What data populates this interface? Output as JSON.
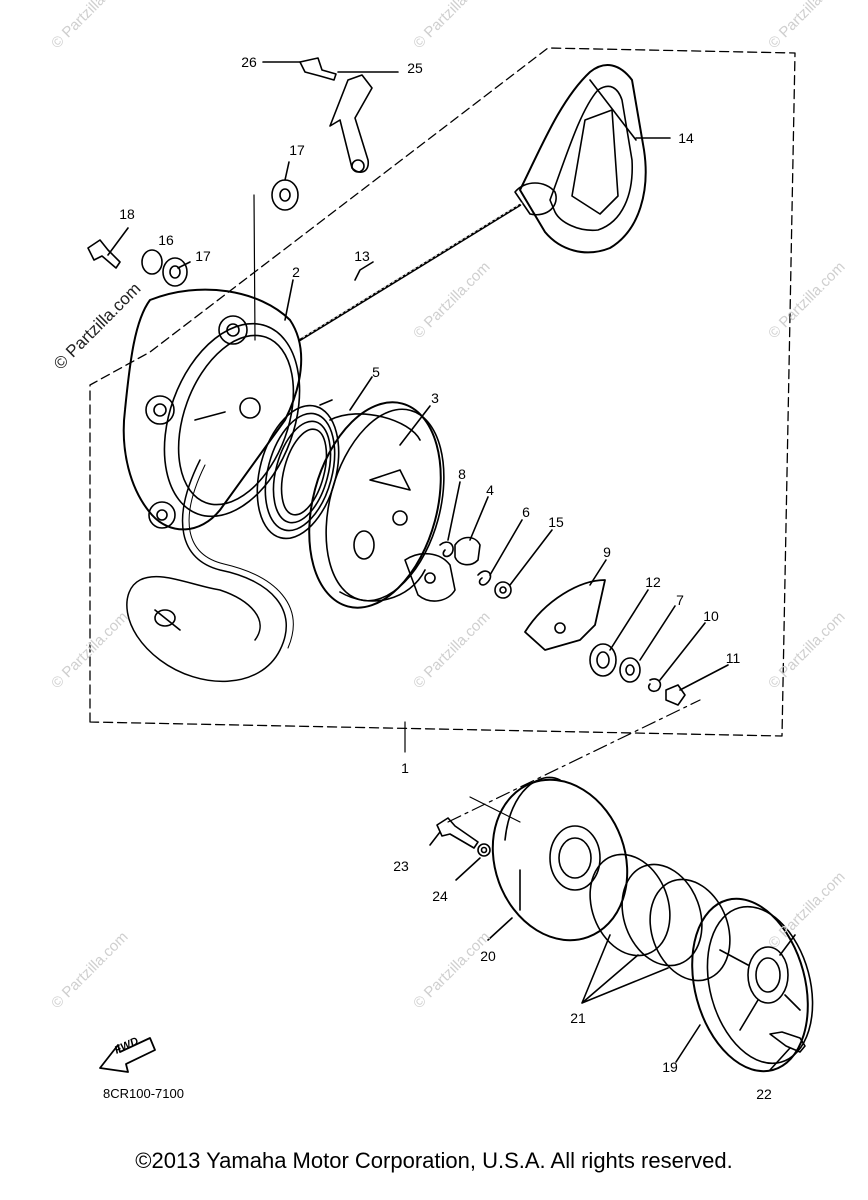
{
  "callouts": [
    "1",
    "2",
    "3",
    "4",
    "5",
    "6",
    "7",
    "8",
    "9",
    "10",
    "11",
    "12",
    "13",
    "14",
    "15",
    "16",
    "17",
    "17",
    "18",
    "19",
    "20",
    "21",
    "22",
    "23",
    "24",
    "25",
    "26"
  ],
  "watermark": "© Partzilla.com",
  "fwd_label": "FWD",
  "diagram_code": "8CR100-7100",
  "copyright": "©2013 Yamaha Motor Corporation, U.S.A. All rights reserved."
}
